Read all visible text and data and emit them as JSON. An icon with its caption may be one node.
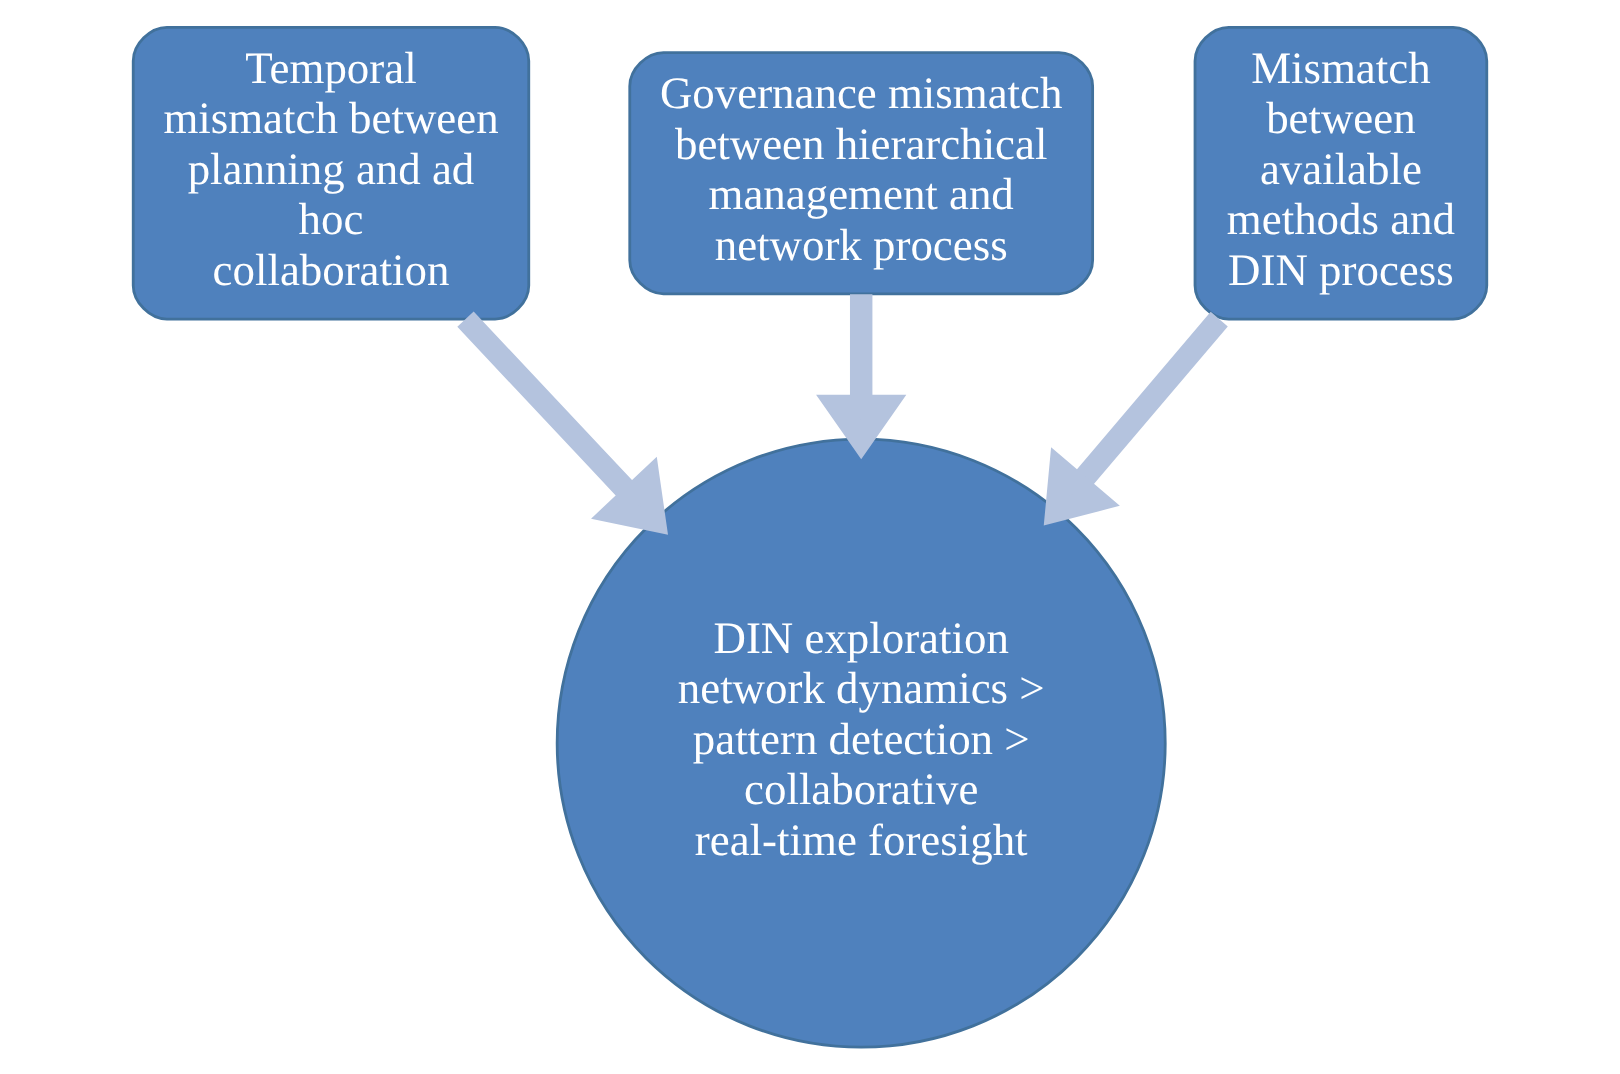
{
  "diagram": {
    "nodes": [
      {
        "text": [
          "Temporal mismatch between planning and ad hoc collaboration"
        ]
      },
      {
        "text": [
          "Governance mismatch between hierarchical management and network process"
        ]
      },
      {
        "text": [
          "Mismatch between available methods and DIN process"
        ]
      },
      {
        "text": [
          "DIN exploration network dynamics > pattern detection > collaborative real-time foresight"
        ]
      }
    ],
    "edges": [
      {
        "from": 0,
        "to": 3,
        "arrow": "to"
      },
      {
        "from": 1,
        "to": 3,
        "arrow": "to"
      },
      {
        "from": 2,
        "to": 3,
        "arrow": "to"
      }
    ]
  }
}
